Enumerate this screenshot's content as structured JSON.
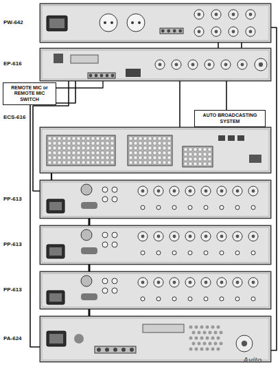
{
  "diagram": {
    "nodes": [
      {
        "text": [
          "PW-642"
        ]
      },
      {
        "text": [
          "EP-616"
        ]
      },
      {
        "text": [
          "REMOTE MIC or REMOTE MIC SWITCH"
        ]
      },
      {
        "text": [
          "AUTO BROADCASTING SYSTEM"
        ]
      },
      {
        "text": [
          "ECS-616"
        ]
      },
      {
        "text": [
          "PP-613"
        ]
      },
      {
        "text": [
          "PP-613"
        ]
      },
      {
        "text": [
          "PP-613"
        ]
      },
      {
        "text": [
          "PA-624"
        ]
      }
    ],
    "edges": [
      {
        "from": 2,
        "to": 1,
        "arrow": "none"
      },
      {
        "from": 1,
        "to": 0,
        "arrow": "none"
      },
      {
        "from": 1,
        "to": 0,
        "arrow": "none"
      },
      {
        "from": 3,
        "to": 1,
        "arrow": "none"
      },
      {
        "from": 1,
        "to": 4,
        "arrow": "none"
      },
      {
        "from": 1,
        "to": 5,
        "arrow": "none"
      },
      {
        "from": 4,
        "to": 5,
        "arrow": "none"
      },
      {
        "from": 5,
        "to": 6,
        "arrow": "none"
      },
      {
        "from": 6,
        "to": 7,
        "arrow": "none"
      },
      {
        "from": 7,
        "to": 8,
        "arrow": "none"
      },
      {
        "from": 1,
        "to": 8,
        "arrow": "none"
      },
      {
        "from": 0,
        "to": 8,
        "arrow": "none"
      }
    ],
    "labels": [
      "Avito"
    ]
  }
}
